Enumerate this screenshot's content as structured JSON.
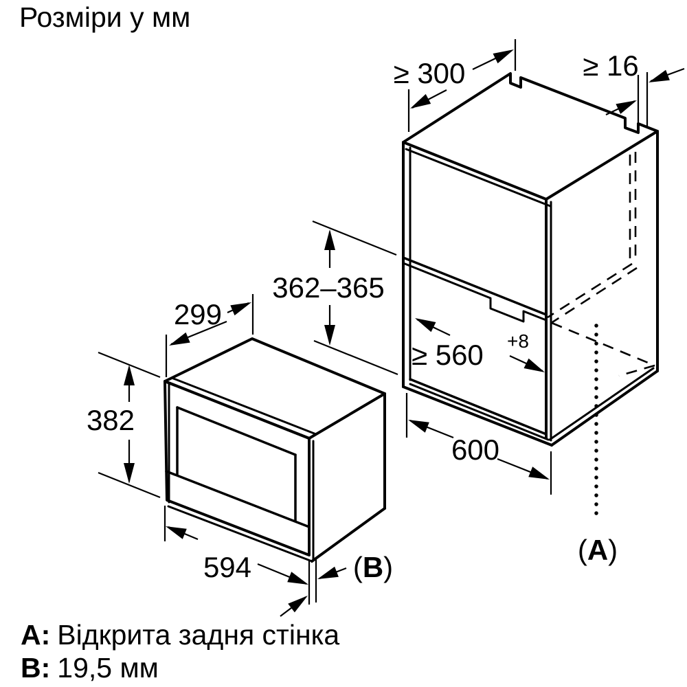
{
  "title": "Розміри у мм",
  "oven": {
    "width": "594",
    "height": "382",
    "top_depth": "299",
    "door_gap_ref": {
      "open": "(",
      "letter": "B",
      "close": ")"
    }
  },
  "cabinet": {
    "clearance_above": "≥ 300",
    "panel_thickness": "≥ 16",
    "niche_height": "362–365",
    "niche_width": "≥ 560",
    "niche_width_tolerance": "+8",
    "width": "600",
    "open_back_ref": {
      "open": "(",
      "letter": "A",
      "close": ")"
    }
  },
  "legend": {
    "a_key": "A:",
    "a_text": "Відкрита задня стінка",
    "b_key": "B:",
    "b_text": "19,5 мм"
  }
}
